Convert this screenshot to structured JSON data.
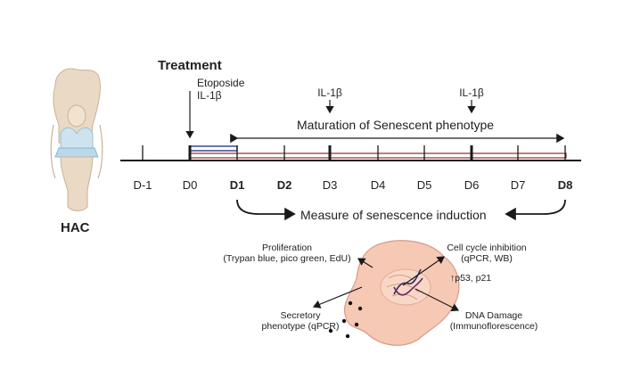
{
  "left": {
    "label": "HAC"
  },
  "treatment": {
    "title": "Treatment",
    "agent1": "Etoposide",
    "agent2": "IL-1β"
  },
  "il1b_marks": [
    {
      "label": "IL-1β"
    },
    {
      "label": "IL-1β"
    }
  ],
  "maturation": {
    "label": "Maturation of Senescent phenotype"
  },
  "days": [
    {
      "label": "D-1",
      "bold": false
    },
    {
      "label": "D0",
      "bold": false
    },
    {
      "label": "D1",
      "bold": true
    },
    {
      "label": "D2",
      "bold": true
    },
    {
      "label": "D3",
      "bold": false
    },
    {
      "label": "D4",
      "bold": false
    },
    {
      "label": "D5",
      "bold": false
    },
    {
      "label": "D6",
      "bold": false
    },
    {
      "label": "D7",
      "bold": false
    },
    {
      "label": "D8",
      "bold": true
    }
  ],
  "measure": {
    "label": "Measure of senescence induction"
  },
  "assays": {
    "proliferation": {
      "line1": "Proliferation",
      "line2": "(Trypan blue, pico green, EdU)"
    },
    "cell_cycle": {
      "line1": "Cell cycle inhibition",
      "line2": "(qPCR, WB)",
      "markers": "↑p53, p21"
    },
    "secretory": {
      "line1": "Secretory",
      "line2": "phenotype (qPCR)"
    },
    "dna_damage": {
      "line1": "DNA Damage",
      "line2": "(Immunoflorescence)"
    }
  },
  "colors": {
    "timeline": "#1a1a1a",
    "treatment_bar": "#2b3a8c",
    "maturation_bar": "#8b2c2c",
    "cell_fill": "#f6c9b4",
    "cell_stroke": "#d79a86"
  }
}
